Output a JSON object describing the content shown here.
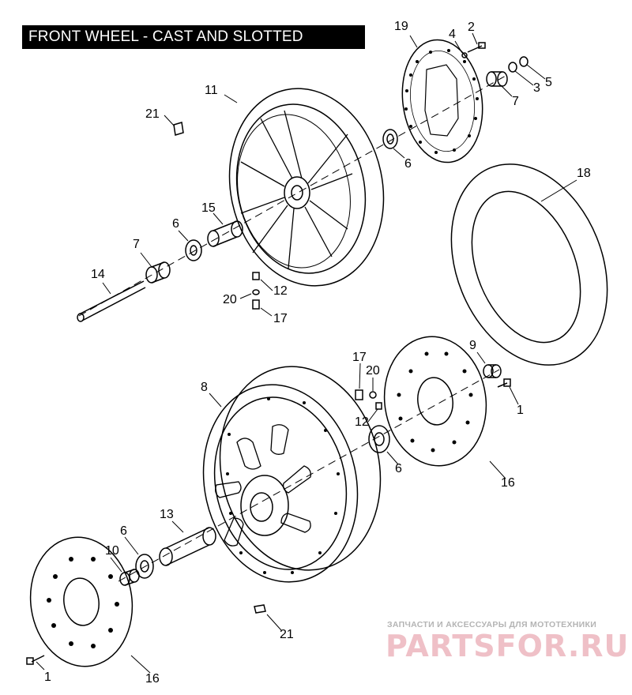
{
  "title": "FRONT WHEEL - CAST AND SLOTTED",
  "callouts": [
    {
      "id": "c19",
      "text": "19"
    },
    {
      "id": "c4",
      "text": "4"
    },
    {
      "id": "c2",
      "text": "2"
    },
    {
      "id": "c5",
      "text": "5"
    },
    {
      "id": "c3",
      "text": "3"
    },
    {
      "id": "c7a",
      "text": "7"
    },
    {
      "id": "c11",
      "text": "11"
    },
    {
      "id": "c21a",
      "text": "21"
    },
    {
      "id": "c6a",
      "text": "6"
    },
    {
      "id": "c18",
      "text": "18"
    },
    {
      "id": "c15",
      "text": "15"
    },
    {
      "id": "c6b",
      "text": "6"
    },
    {
      "id": "c7b",
      "text": "7"
    },
    {
      "id": "c14",
      "text": "14"
    },
    {
      "id": "c12a",
      "text": "12"
    },
    {
      "id": "c20a",
      "text": "20"
    },
    {
      "id": "c17a",
      "text": "17"
    },
    {
      "id": "c9",
      "text": "9"
    },
    {
      "id": "c17b",
      "text": "17"
    },
    {
      "id": "c20b",
      "text": "20"
    },
    {
      "id": "c1a",
      "text": "1"
    },
    {
      "id": "c8",
      "text": "8"
    },
    {
      "id": "c12b",
      "text": "12"
    },
    {
      "id": "c6c",
      "text": "6"
    },
    {
      "id": "c16a",
      "text": "16"
    },
    {
      "id": "c13",
      "text": "13"
    },
    {
      "id": "c6d",
      "text": "6"
    },
    {
      "id": "c10",
      "text": "10"
    },
    {
      "id": "c21b",
      "text": "21"
    },
    {
      "id": "c1b",
      "text": "1"
    },
    {
      "id": "c16b",
      "text": "16"
    }
  ],
  "watermark": {
    "tagline": "ЗАПЧАСТИ И АКСЕССУАРЫ ДЛЯ МОТОТЕХНИКИ",
    "brand": "PARTSFOR.RU"
  }
}
